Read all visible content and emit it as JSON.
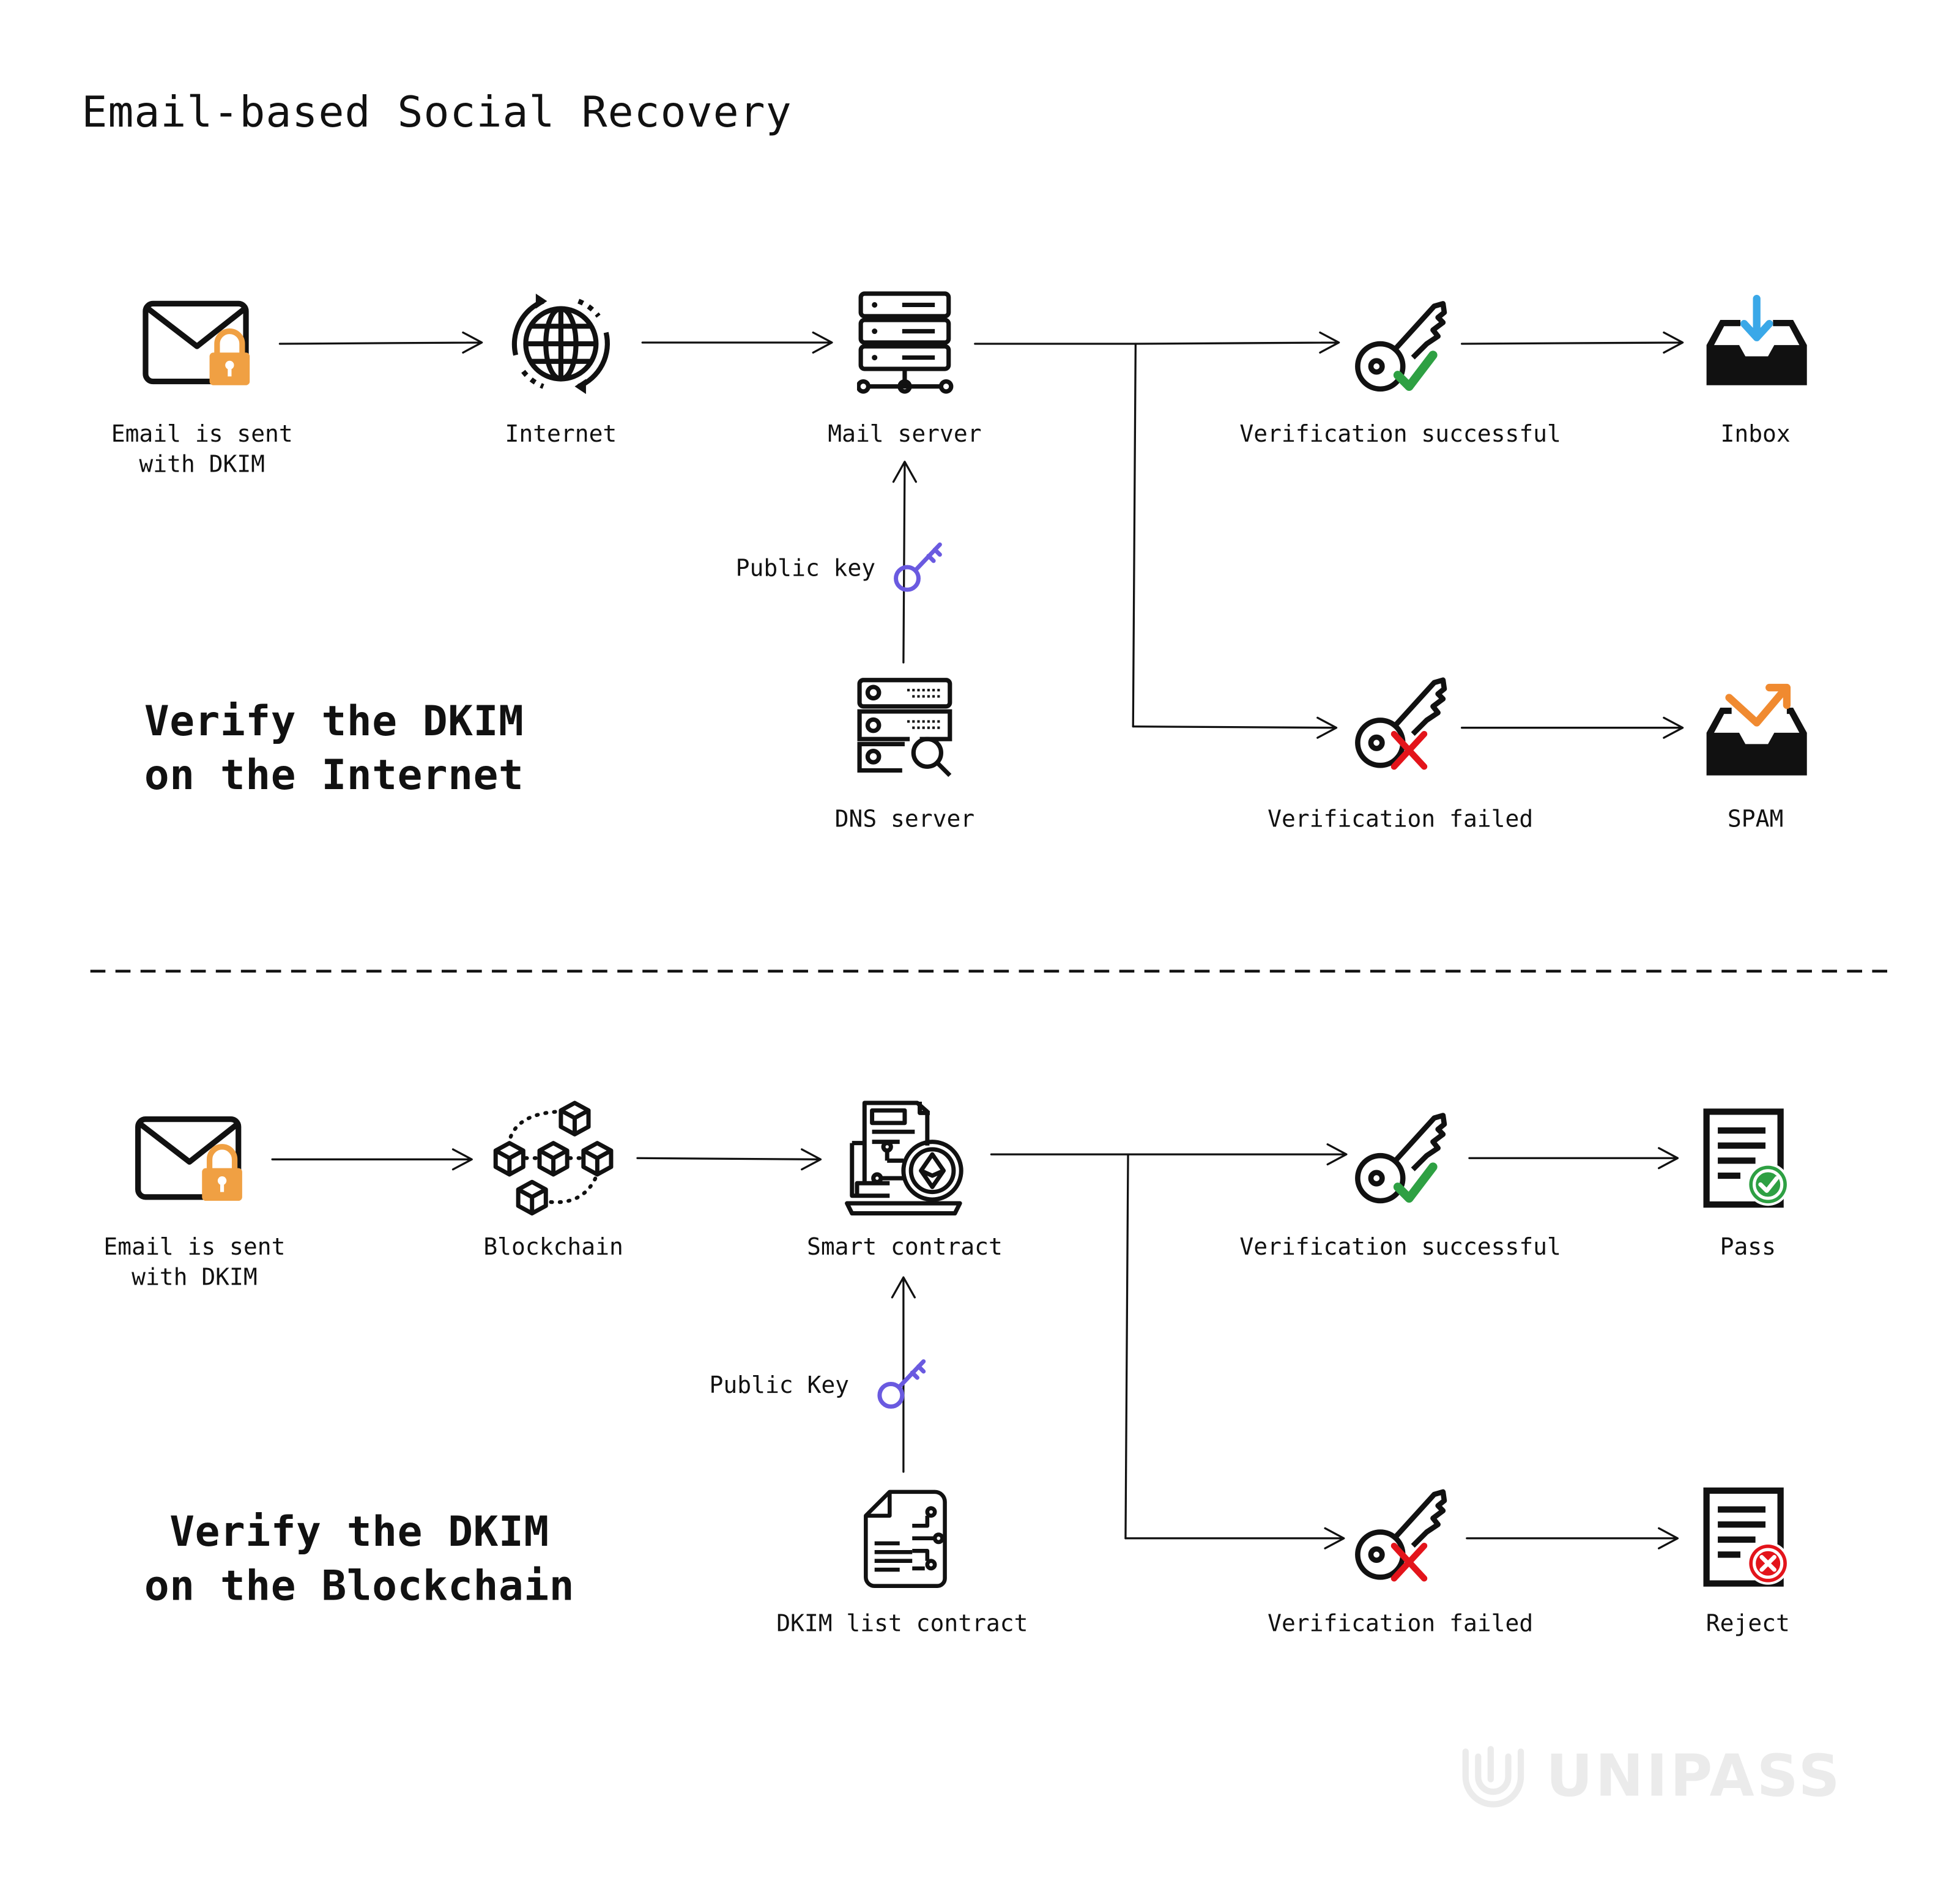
{
  "title": "Email-based Social Recovery",
  "internet_flow": {
    "heading_lines": [
      "Verify the DKIM",
      "on the Internet"
    ],
    "email_label": "Email is sent\nwith DKIM",
    "internet_label": "Internet",
    "mail_server_label": "Mail server",
    "public_key_label": "Public key",
    "dns_server_label": "DNS server",
    "success_label": "Verification successful",
    "failed_label": "Verification failed",
    "inbox_label": "Inbox",
    "spam_label": "SPAM"
  },
  "blockchain_flow": {
    "heading_lines": [
      "Verify the DKIM",
      "on the Blockchain"
    ],
    "email_label": "Email is sent\nwith DKIM",
    "blockchain_label": "Blockchain",
    "smart_contract_label": "Smart contract",
    "public_key_label": "Public Key",
    "dkim_list_label": "DKIM list contract",
    "success_label": "Verification successful",
    "failed_label": "Verification failed",
    "pass_label": "Pass",
    "reject_label": "Reject"
  },
  "watermark": "UNIPASS",
  "colors": {
    "lock": "#F0A043",
    "success": "#2EA043",
    "failure": "#E3141B",
    "key_purple": "#6A5AE0",
    "inbox_arrow": "#3AA8E8",
    "spam_arrow": "#F08A30",
    "watermark": "#EBEBEB"
  },
  "icons": [
    "envelope-lock-icon",
    "globe-sync-icon",
    "server-rack-icon",
    "key-check-icon",
    "inbox-tray-icon",
    "purple-key-icon",
    "dns-server-search-icon",
    "key-cross-icon",
    "spam-tray-icon",
    "blockchain-cubes-icon",
    "smart-contract-icon",
    "document-contract-icon",
    "document-check-icon",
    "document-reject-icon",
    "unipass-logo-icon"
  ]
}
